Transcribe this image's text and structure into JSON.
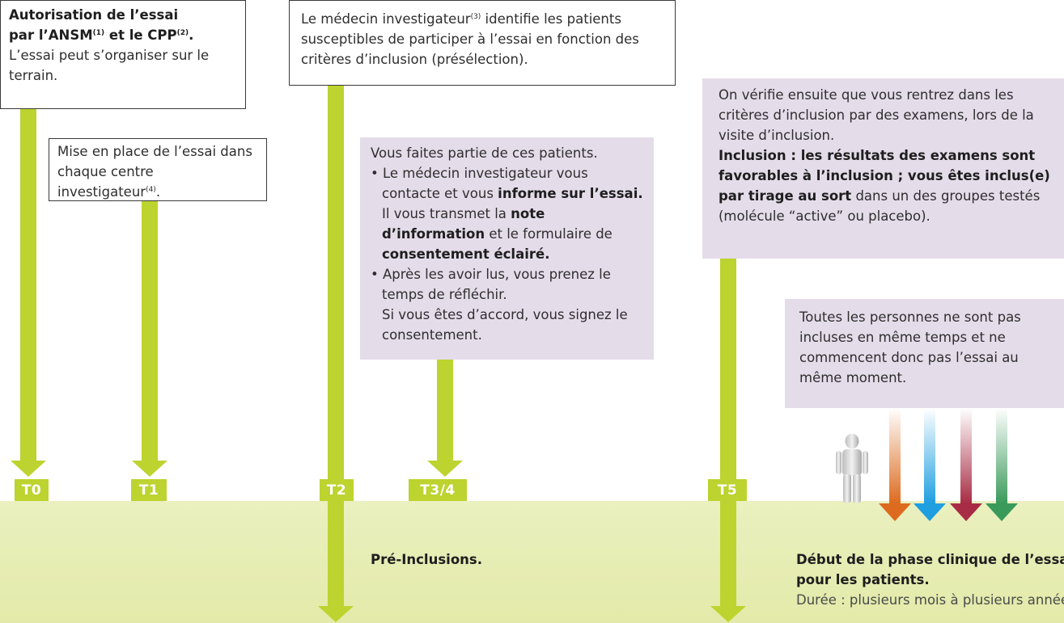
{
  "colors": {
    "accent": "#bdd32f",
    "band": "#e6ecb4",
    "purple_box": "#e5dcea",
    "arrow_orange": "#dd6b1f",
    "arrow_blue": "#1f9fe0",
    "arrow_red": "#a82c45",
    "arrow_green": "#3a9a5a"
  },
  "milestones": [
    "T0",
    "T1",
    "T2",
    "T3/4",
    "T5"
  ],
  "box_t0": {
    "title_line1": "Autorisation de l’essai",
    "title_line2_prefix": "par l’ANSM",
    "sup1": "(1)",
    "title_line2_mid": " et le CPP",
    "sup2": "(2)",
    "title_line2_end": ".",
    "text": "L’essai peut s’organiser sur le terrain."
  },
  "box_t1": {
    "text_prefix": "Mise en place de l’essai dans chaque centre investigateur",
    "sup": "(4)",
    "text_end": "."
  },
  "box_t2": {
    "text_prefix": "Le médecin investigateur",
    "sup": "(3)",
    "text_end": " identifie les patients susceptibles de participer à l’essai en fonction des critères d’inclusion (présélection)."
  },
  "box_t34": {
    "intro": "Vous faites partie de ces patients.",
    "bullet1_a": "Le médecin investigateur vous contacte et vous ",
    "bullet1_b": "informe sur l’essai.",
    "bullet1_c": " Il vous transmet la ",
    "bullet1_d": "note d’information",
    "bullet1_e": " et le formulaire de ",
    "bullet1_f": "consentement éclairé.",
    "bullet2": "Après les avoir lus, vous  prenez le temps de réfléchir.",
    "bullet2_cont": "Si vous êtes d’accord, vous signez le consentement."
  },
  "box_t5": {
    "text": "On vérifie ensuite que vous rentrez dans les critères d’inclusion par des examens, lors de la visite d’inclusion.",
    "bold": "Inclusion : les résultats des examens sont favorables à l’inclusion ; vous êtes inclus(e) par tirage au sort",
    "text_end": " dans un des groupes testés (molécule “active” ou placebo)."
  },
  "box_note": {
    "text": "Toutes les personnes ne sont pas incluses en même temps et ne commencent donc pas l’essai au même moment."
  },
  "band": {
    "pre_inclusions": "Pré-Inclusions.",
    "clinical_title_line1": "Début de la phase clinique de l’essai",
    "clinical_title_line2": "pour les patients.",
    "duration": "Durée : plusieurs mois à plusieurs années."
  }
}
